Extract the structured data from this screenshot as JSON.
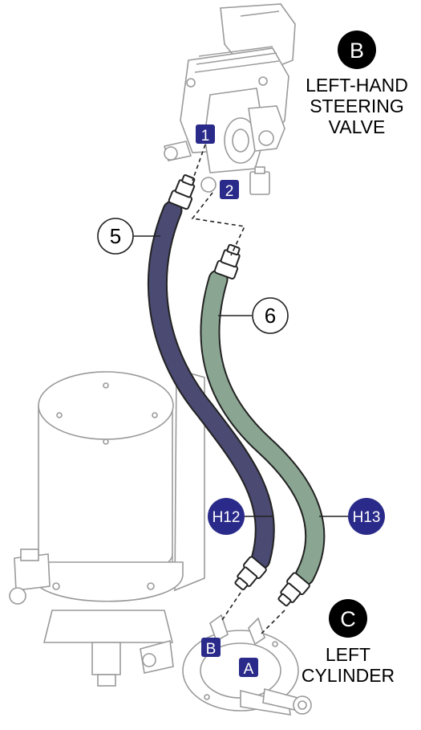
{
  "callouts": {
    "b_letter": "B",
    "b_text_line1": "LEFT-HAND",
    "b_text_line2": "STEERING",
    "b_text_line3": "VALVE",
    "c_letter": "C",
    "c_text_line1": "LEFT",
    "c_text_line2": "CYLINDER"
  },
  "ports": {
    "valve_port_1": "1",
    "valve_port_2": "2",
    "cylinder_port_b": "B",
    "cylinder_port_a": "A"
  },
  "hoses": {
    "hose_5_number": "5",
    "hose_6_number": "6",
    "hose_5_tag": "H12",
    "hose_6_tag": "H13"
  },
  "colors": {
    "hose_5": "#4a4a72",
    "hose_6": "#8aa692",
    "port_badge": "#2a2a8a",
    "callout_black": "#000000",
    "hose_tag": "#2a2a8a",
    "part_outline": "#9a9a9a"
  }
}
